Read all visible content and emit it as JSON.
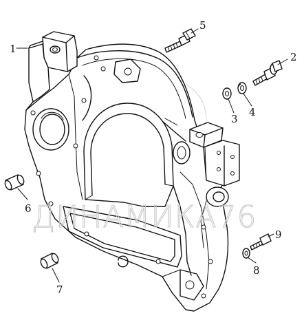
{
  "watermark": {
    "text": "ДИНАМИКА76",
    "color": "#c9c9c9"
  },
  "callouts": [
    {
      "id": "1",
      "label": "1"
    },
    {
      "id": "2",
      "label": "2"
    },
    {
      "id": "3",
      "label": "3"
    },
    {
      "id": "4",
      "label": "4"
    },
    {
      "id": "5",
      "label": "5"
    },
    {
      "id": "6",
      "label": "6"
    },
    {
      "id": "7",
      "label": "7"
    },
    {
      "id": "8",
      "label": "8"
    },
    {
      "id": "9",
      "label": "9"
    }
  ],
  "parts": {
    "1": "flywheel-housing",
    "2": "bolt-with-washer",
    "3": "flat-washer",
    "4": "spring-washer",
    "5": "bolt",
    "6": "dowel-pin",
    "7": "dowel-pin",
    "8": "washer",
    "9": "bolt"
  }
}
